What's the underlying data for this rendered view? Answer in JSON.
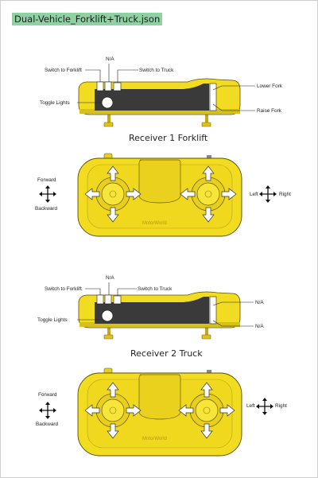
{
  "document": {
    "file_title": "Dual-Vehicle_Forklift+Truck.json"
  },
  "receiver1": {
    "top_labels": {
      "switch_left": "Switch to Forklift",
      "na": "N/A",
      "switch_right": "Switch to Truck",
      "toggle_lights": "Toggle Lights",
      "right_upper": "Lower Fork",
      "right_lower": "Raise Fork"
    },
    "caption": "Receiver 1 Forklift",
    "controller": {
      "left_top": "Forward",
      "left_bottom": "Backward",
      "right_left": "Left",
      "right_right": "Right",
      "brand": "MotorWorld"
    }
  },
  "receiver2": {
    "top_labels": {
      "switch_left": "Switch to Forklift",
      "na": "N/A",
      "switch_right": "Switch to Truck",
      "toggle_lights": "Toggle Lights",
      "right_upper": "N/A",
      "right_lower": "N/A"
    },
    "caption": "Receiver 2 Truck",
    "controller": {
      "left_top": "Forward",
      "left_bottom": "Backward",
      "right_left": "Left",
      "right_right": "Right",
      "brand": "MotorWorld"
    }
  },
  "colors": {
    "yellow": "#f2dc22",
    "yellow_dark": "#c9b215",
    "panel": "#3a3a3a",
    "outline": "#5a5000"
  }
}
